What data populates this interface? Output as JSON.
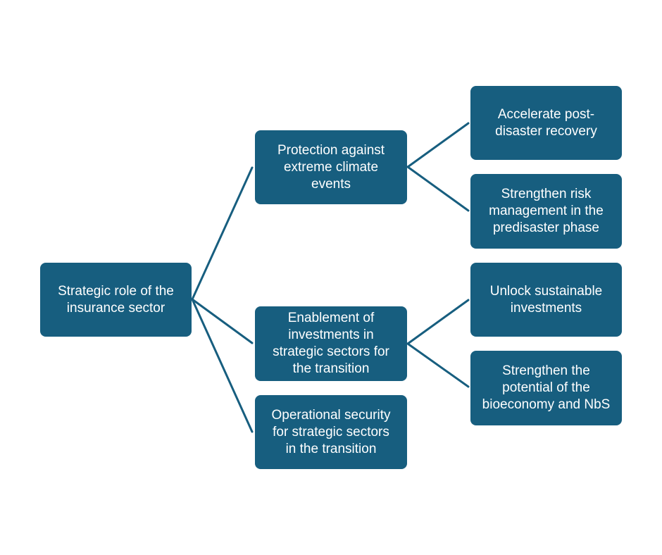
{
  "colors": {
    "node_fill": "#175e7f",
    "connector": "#175e7f",
    "text": "#ffffff",
    "background": "#ffffff"
  },
  "diagram": {
    "root": {
      "id": "root",
      "label": "Strategic role of the\ninsurance sector"
    },
    "level1": [
      {
        "id": "prot",
        "label": "Protection against\nextreme climate\nevents"
      },
      {
        "id": "enab",
        "label": "Enablement of\ninvestments in\nstrategic sectors for\nthe transition"
      },
      {
        "id": "oper",
        "label": "Operational security\nfor strategic sectors\nin the transition"
      }
    ],
    "level2": [
      {
        "id": "acc",
        "parent": "prot",
        "label": "Accelerate post-\ndisaster recovery"
      },
      {
        "id": "risk",
        "parent": "prot",
        "label": "Strengthen risk\nmanagement in the\npredisaster phase"
      },
      {
        "id": "unl",
        "parent": "enab",
        "label": "Unlock sustainable\ninvestments"
      },
      {
        "id": "bio",
        "parent": "enab",
        "label": "Strengthen the\npotential of the\nbioeconomy and NbS"
      }
    ],
    "edges": [
      {
        "from": "root",
        "to": "prot"
      },
      {
        "from": "root",
        "to": "enab"
      },
      {
        "from": "root",
        "to": "oper"
      },
      {
        "from": "prot",
        "to": "acc"
      },
      {
        "from": "prot",
        "to": "risk"
      },
      {
        "from": "enab",
        "to": "unl"
      },
      {
        "from": "enab",
        "to": "bio"
      }
    ]
  }
}
